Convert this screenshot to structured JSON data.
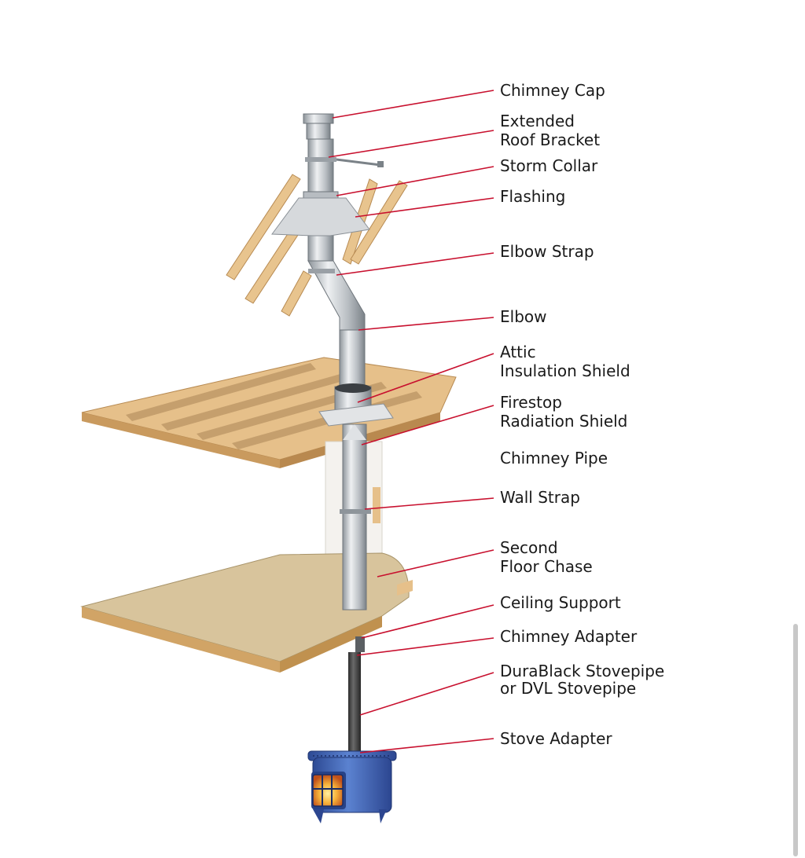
{
  "labels": {
    "chimney_cap": "Chimney Cap",
    "extended_roof_bracket": [
      "Extended",
      "Roof Bracket"
    ],
    "storm_collar": "Storm Collar",
    "flashing": "Flashing",
    "elbow_strap": "Elbow Strap",
    "elbow": "Elbow",
    "attic_insulation_shield": [
      "Attic",
      "Insulation Shield"
    ],
    "firestop_radiation_shield": [
      "Firestop",
      "Radiation Shield"
    ],
    "chimney_pipe": "Chimney Pipe",
    "wall_strap": "Wall Strap",
    "second_floor_chase": [
      "Second",
      "Floor Chase"
    ],
    "ceiling_support": "Ceiling Support",
    "chimney_adapter": "Chimney Adapter",
    "durablack_stovepipe": [
      "DuraBlack Stovepipe",
      "or DVL Stovepipe"
    ],
    "stove_adapter": "Stove Adapter"
  },
  "colors": {
    "leader": "#c8102e",
    "wood": "#e6c08a",
    "floor": "#d7c29a",
    "pipe": "#c4c8cc",
    "stovepipe": "#4a4a4a",
    "stove": "#3f64b5",
    "fire": "#f2a33a",
    "chase": "#f4f2ee"
  }
}
